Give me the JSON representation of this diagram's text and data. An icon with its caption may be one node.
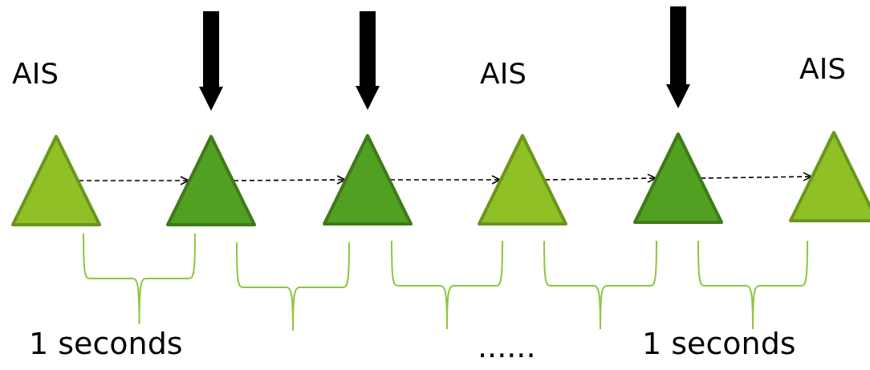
{
  "diagram": {
    "nodes": [
      {
        "text": [],
        "shape": "triangle",
        "beside": [
          "AIS"
        ]
      },
      {
        "text": [],
        "shape": "triangle"
      },
      {
        "text": [],
        "shape": "triangle"
      },
      {
        "text": [],
        "shape": "triangle",
        "beside": [
          "AIS"
        ]
      },
      {
        "text": [],
        "shape": "triangle"
      },
      {
        "text": [],
        "shape": "triangle",
        "beside": [
          "AIS"
        ]
      }
    ],
    "edges": [
      {
        "from": 0,
        "to": 1,
        "arrow": "to",
        "style": "dashed"
      },
      {
        "from": 1,
        "to": 2,
        "arrow": "to",
        "style": "dashed"
      },
      {
        "from": 2,
        "to": 3,
        "arrow": "to",
        "style": "dashed"
      },
      {
        "from": 3,
        "to": 4,
        "arrow": "to",
        "style": "dashed"
      },
      {
        "from": 4,
        "to": 5,
        "arrow": "to",
        "style": "dashed"
      },
      {
        "from": null,
        "to": 1,
        "arrow": "to",
        "style": "thick"
      },
      {
        "from": null,
        "to": 2,
        "arrow": "to",
        "style": "thick"
      },
      {
        "from": null,
        "to": 4,
        "arrow": "to",
        "style": "thick"
      }
    ],
    "labels": [
      "1 seconds",
      "......",
      "1 seconds"
    ]
  }
}
